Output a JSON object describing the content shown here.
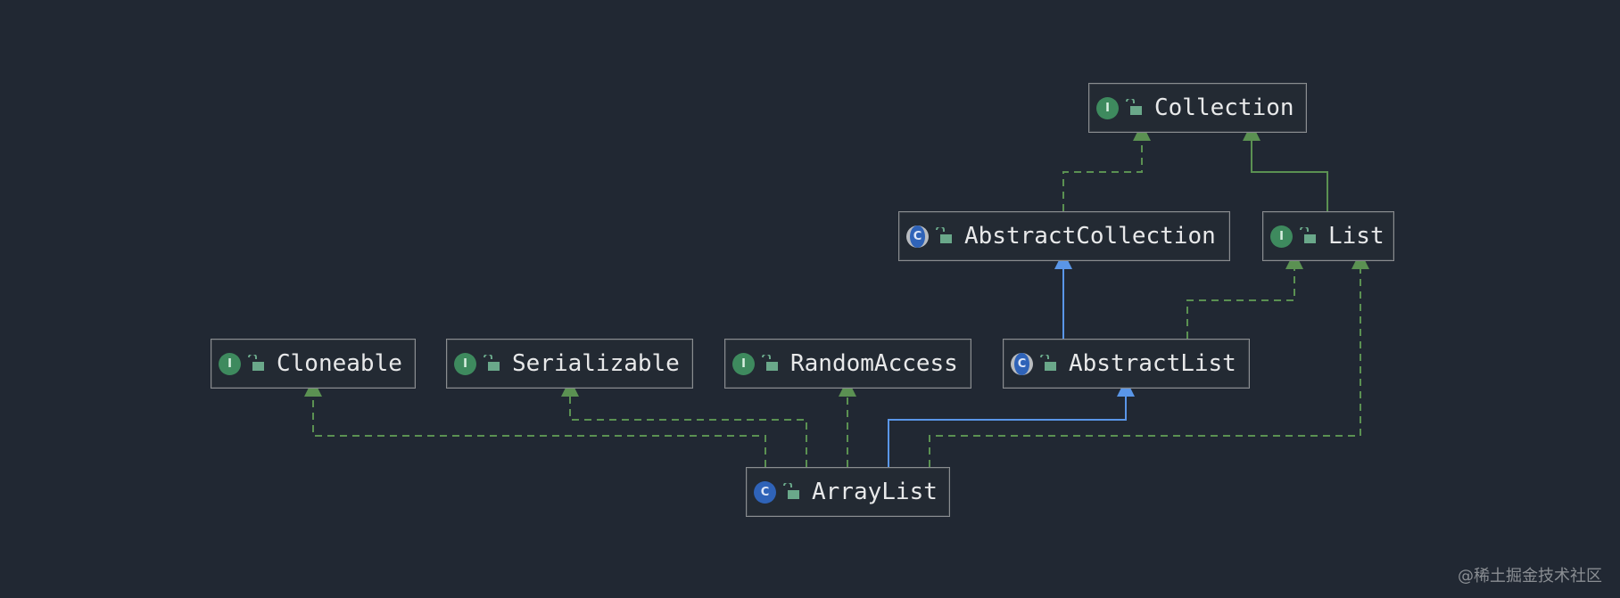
{
  "colors": {
    "background": "#212833",
    "interface_edge": "#5b9152",
    "class_edge": "#5a96e8",
    "interface_badge": "#3e8a5e",
    "class_badge": "#2f63b8"
  },
  "nodes": [
    {
      "id": "collection",
      "label": "Collection",
      "badge": "I",
      "kind": "interface"
    },
    {
      "id": "abstract-collection",
      "label": "AbstractCollection",
      "badge": "C",
      "kind": "abstract-class"
    },
    {
      "id": "list",
      "label": "List",
      "badge": "I",
      "kind": "interface"
    },
    {
      "id": "cloneable",
      "label": "Cloneable",
      "badge": "I",
      "kind": "interface"
    },
    {
      "id": "serializable",
      "label": "Serializable",
      "badge": "I",
      "kind": "interface"
    },
    {
      "id": "random-access",
      "label": "RandomAccess",
      "badge": "I",
      "kind": "interface"
    },
    {
      "id": "abstract-list",
      "label": "AbstractList",
      "badge": "C",
      "kind": "abstract-class"
    },
    {
      "id": "array-list",
      "label": "ArrayList",
      "badge": "C",
      "kind": "class"
    }
  ],
  "edges": [
    {
      "from": "abstract-collection",
      "to": "collection",
      "type": "implements"
    },
    {
      "from": "list",
      "to": "collection",
      "type": "extends-interface"
    },
    {
      "from": "abstract-list",
      "to": "abstract-collection",
      "type": "extends"
    },
    {
      "from": "abstract-list",
      "to": "list",
      "type": "implements"
    },
    {
      "from": "array-list",
      "to": "cloneable",
      "type": "implements"
    },
    {
      "from": "array-list",
      "to": "serializable",
      "type": "implements"
    },
    {
      "from": "array-list",
      "to": "random-access",
      "type": "implements"
    },
    {
      "from": "array-list",
      "to": "abstract-list",
      "type": "extends"
    },
    {
      "from": "array-list",
      "to": "list",
      "type": "implements"
    }
  ],
  "watermark": "@稀土掘金技术社区",
  "lock_icon": "unlocked-padlock-icon"
}
